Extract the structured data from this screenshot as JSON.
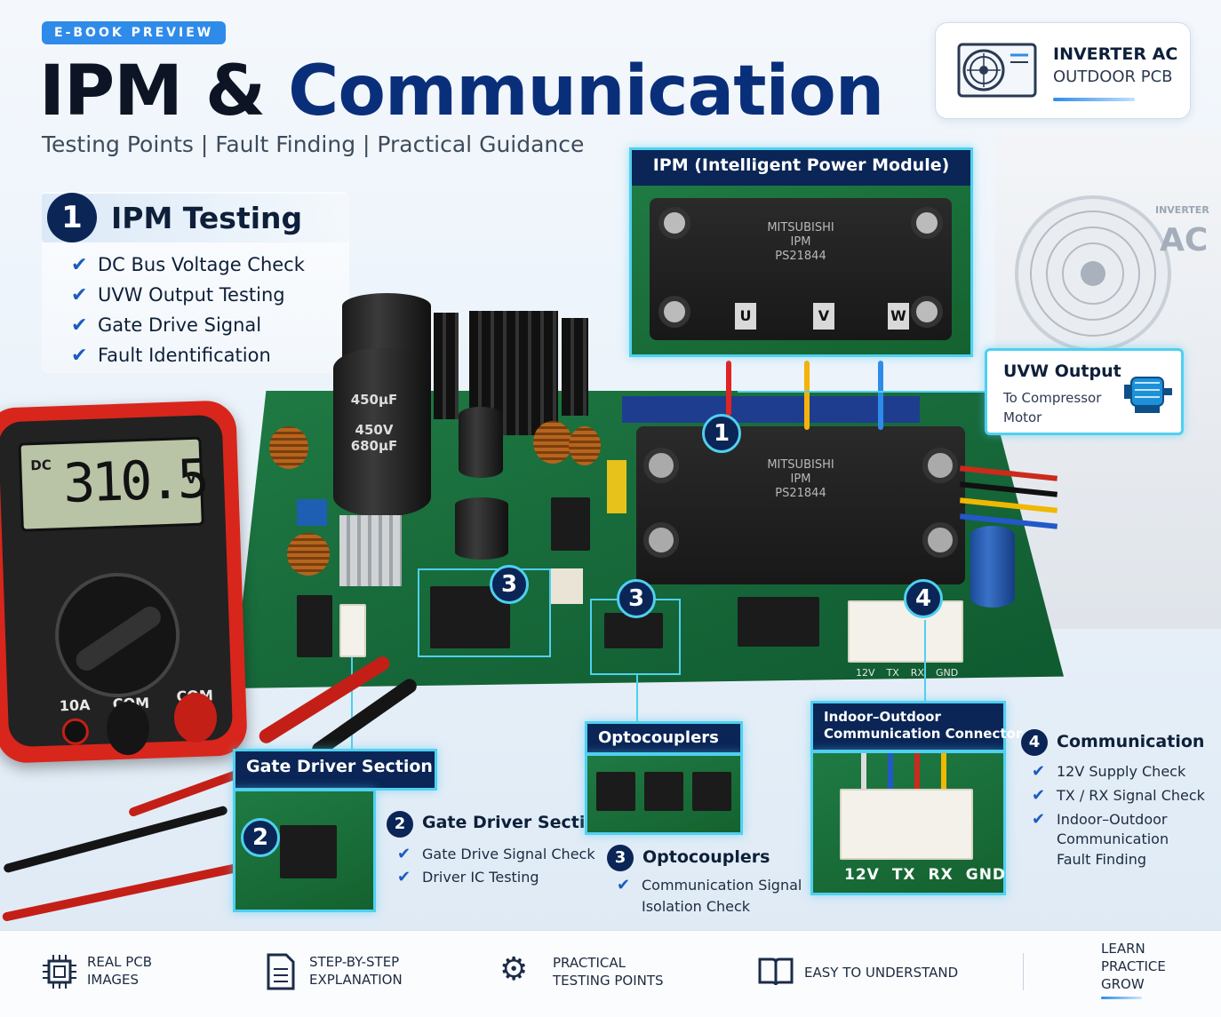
{
  "header": {
    "badge": "E-BOOK PREVIEW",
    "title_part1": "IPM &",
    "title_part2": "Communication",
    "subtitle": "Testing Points | Fault Finding | Practical Guidance"
  },
  "brand": {
    "title": "INVERTER AC",
    "subtitle": "OUTDOOR PCB",
    "icon": "ac-outdoor-unit-icon"
  },
  "background_unit": {
    "label": "INVERTER",
    "mark": "AC"
  },
  "section1": {
    "number": "1",
    "title": "IPM Testing",
    "items": [
      "DC Bus Voltage Check",
      "UVW Output Testing",
      "Gate Drive Signal",
      "Fault Identification"
    ]
  },
  "multimeter": {
    "mode": "DC",
    "reading": "310.5",
    "unit": "V",
    "jack_10a": "10A",
    "jack_com1": "COM",
    "jack_com2": "COM"
  },
  "pcb": {
    "cap1_l1": "450V",
    "cap1_l2": "680µF",
    "cap_top": "450µF",
    "ipm_brand": "MITSUBISHI",
    "ipm_type": "IPM",
    "ipm_model": "PS21844",
    "pins_small": [
      "12V",
      "TX",
      "RX",
      "GND"
    ]
  },
  "ipm_callout": {
    "title": "IPM (Intelligent Power Module)",
    "brand": "MITSUBISHI",
    "type": "IPM",
    "model": "PS21844",
    "terminals": [
      "U",
      "V",
      "W"
    ],
    "arrow_colors": [
      "#e02424",
      "#f5b20a",
      "#2f8bea"
    ]
  },
  "uvw_output": {
    "title": "UVW Output",
    "subtitle": "To Compressor Motor",
    "icon": "motor-icon"
  },
  "markers": {
    "ipm": "1",
    "gate": "2",
    "opto_a": "3",
    "opto_b": "3",
    "comm": "4"
  },
  "gate_driver": {
    "box_title": "Gate Driver Section",
    "number": "2",
    "title": "Gate Driver Section",
    "items": [
      "Gate Drive Signal Check",
      "Driver IC Testing"
    ]
  },
  "optocouplers": {
    "box_title": "Optocouplers",
    "number": "3",
    "title": "Optocouplers",
    "item_l1": "Communication Signal",
    "item_l2": "Isolation Check"
  },
  "comm_connector": {
    "box_title_l1": "Indoor–Outdoor",
    "box_title_l2": "Communication Connector",
    "pins": [
      "12V",
      "TX",
      "RX",
      "GND"
    ]
  },
  "communication": {
    "number": "4",
    "title": "Communication",
    "items": [
      "12V Supply Check",
      "TX / RX Signal Check"
    ],
    "item3_l1": "Indoor–Outdoor",
    "item3_l2": "Communication",
    "item3_l3": "Fault Finding"
  },
  "footer": {
    "features": [
      {
        "icon": "chip-icon",
        "l1": "REAL PCB",
        "l2": "IMAGES"
      },
      {
        "icon": "document-icon",
        "l1": "STEP-BY-STEP",
        "l2": "EXPLANATION"
      },
      {
        "icon": "gear-icon",
        "l1": "PRACTICAL",
        "l2": "TESTING POINTS"
      },
      {
        "icon": "book-icon",
        "l1": "EASY TO UNDERSTAND",
        "l2": ""
      }
    ],
    "motto": [
      "LEARN",
      "PRACTICE",
      "GROW"
    ]
  }
}
